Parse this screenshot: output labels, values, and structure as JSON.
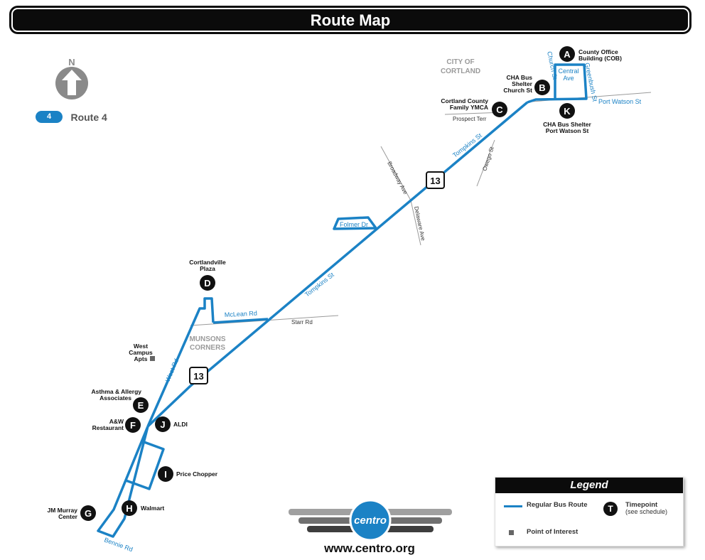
{
  "title": "Route Map",
  "north_label": "N",
  "route_key": {
    "number": "4",
    "label": "Route 4"
  },
  "colors": {
    "route": "#1b82c5",
    "timepoint": "#111111",
    "title_bar": "#0b0b0b",
    "place_label": "#9a9a9a"
  },
  "places": {
    "city": [
      "CITY OF",
      "CORTLAND"
    ],
    "munsons": [
      "MUNSONS",
      "CORNERS"
    ]
  },
  "route_shields": [
    "13",
    "13"
  ],
  "streets": {
    "tompkins_upper": "Tompkins St",
    "tompkins_lower": "Tompkins St",
    "broadway": "Broadway Ave",
    "delaware": "Delaware Ave",
    "folmer": "Folmer Dr",
    "oswego": "Owego St",
    "prospect": "Prospect Terr",
    "port_watson": "Port Watson St",
    "church": "Church St",
    "greenbush": "Greenbush St",
    "central": [
      "Central",
      "Ave"
    ],
    "mclean": "McLean Rd",
    "starr": "Starr Rd",
    "west": "West Rd",
    "bennie": "Bennie Rd"
  },
  "stops": [
    {
      "letter": "A",
      "label": [
        "County Office",
        "Building (COB)"
      ]
    },
    {
      "letter": "B",
      "label": [
        "CHA Bus",
        "Shelter",
        "Church St"
      ]
    },
    {
      "letter": "C",
      "label": [
        "Cortland County",
        "Family YMCA"
      ]
    },
    {
      "letter": "K",
      "label": [
        "CHA Bus Shelter",
        "Port Watson St"
      ]
    },
    {
      "letter": "D",
      "label": [
        "Cortlandville",
        "Plaza"
      ]
    },
    {
      "letter": "E",
      "label": [
        "Asthma & Allergy",
        "Associates"
      ]
    },
    {
      "letter": "F",
      "label": [
        "A&W",
        "Restaurant"
      ]
    },
    {
      "letter": "J",
      "label": [
        "ALDI"
      ]
    },
    {
      "letter": "I",
      "label": [
        "Price Chopper"
      ]
    },
    {
      "letter": "H",
      "label": [
        "Walmart"
      ]
    },
    {
      "letter": "G",
      "label": [
        "JM Murray",
        "Center"
      ]
    }
  ],
  "points_of_interest": [
    {
      "label": [
        "West",
        "Campus",
        "Apts"
      ]
    }
  ],
  "legend": {
    "title": "Legend",
    "route_label": "Regular Bus Route",
    "timepoint_letter": "T",
    "timepoint_label": "Timepoint",
    "timepoint_sub": "(see schedule)",
    "poi_label": "Point of Interest"
  },
  "brand": {
    "logo_text": "centro",
    "website": "www.centro.org"
  }
}
